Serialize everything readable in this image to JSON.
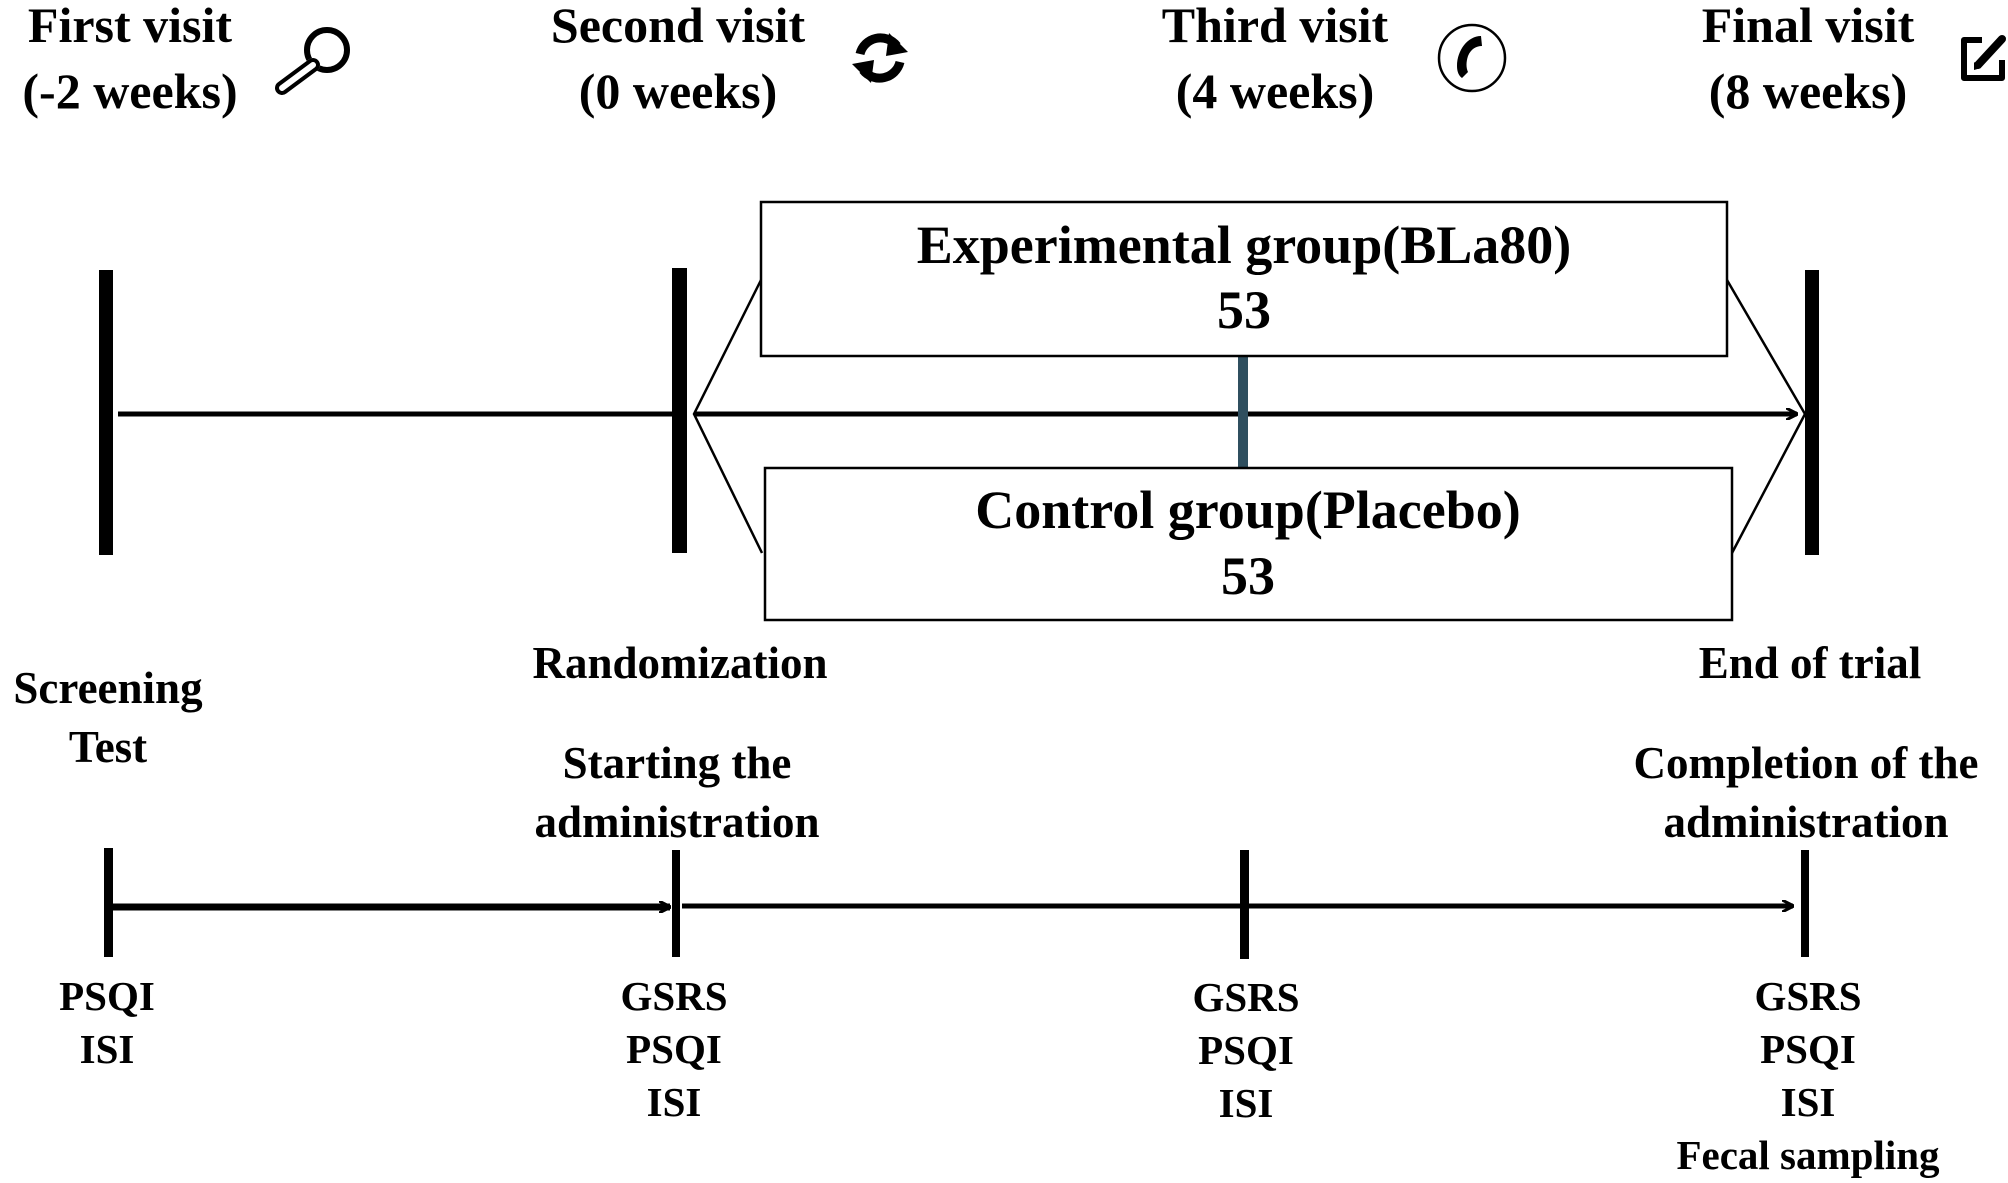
{
  "colors": {
    "ink": "#000000",
    "background": "#ffffff",
    "marker": "#2f4f5f"
  },
  "visits": [
    {
      "title": "First visit",
      "timing": "(-2 weeks)",
      "icon": "magnifier-icon"
    },
    {
      "title": "Second visit",
      "timing": "(0 weeks)",
      "icon": "refresh-icon"
    },
    {
      "title": "Third visit",
      "timing": "(4 weeks)",
      "icon": "phone-icon"
    },
    {
      "title": "Final visit",
      "timing": "(8 weeks)",
      "icon": "edit-icon"
    }
  ],
  "groups": {
    "experimental": {
      "label": "Experimental group(BLa80)",
      "n": "53"
    },
    "control": {
      "label": "Control group(Placebo)",
      "n": "53"
    }
  },
  "milestones": {
    "screening": [
      "Screening",
      "Test"
    ],
    "randomization": "Randomization",
    "end": "End of trial",
    "start_admin": [
      "Starting the",
      "administration"
    ],
    "complete_admin": [
      "Completion of the",
      "administration"
    ]
  },
  "measurements": [
    [
      "PSQI",
      "ISI"
    ],
    [
      "GSRS",
      "PSQI",
      "ISI"
    ],
    [
      "GSRS",
      "PSQI",
      "ISI"
    ],
    [
      "GSRS",
      "PSQI",
      "ISI",
      "Fecal sampling"
    ]
  ]
}
